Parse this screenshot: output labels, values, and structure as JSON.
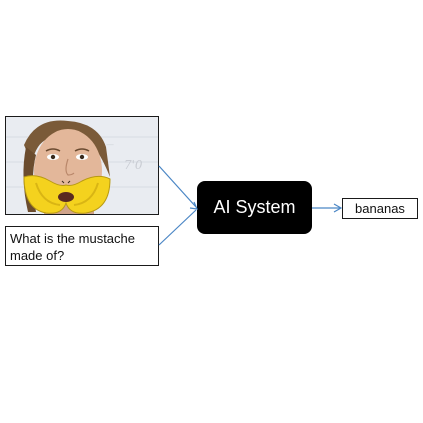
{
  "diagram": {
    "input_image": {
      "icon": "photo-person-banana-mustache"
    },
    "question": "What is the mustache made of?",
    "system_label": "AI System",
    "answer": "bananas"
  },
  "colors": {
    "arrow": "#4a86c5",
    "system_box": "#000000",
    "system_text": "#ffffff",
    "border": "#1a1a1a"
  }
}
